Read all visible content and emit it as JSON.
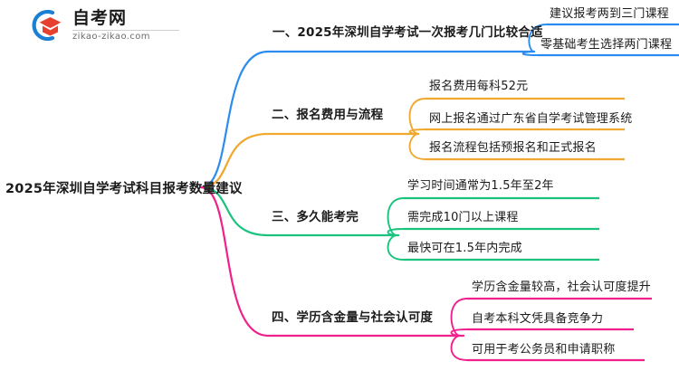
{
  "logo": {
    "title": "自考网",
    "domain": "zikao-zikao.com",
    "mark_icon": "graduation-cap-logo-icon",
    "colors": {
      "arc": "#1b7fd4",
      "cap": "#e8402f"
    }
  },
  "mindmap": {
    "root": {
      "label": "2025年深圳自学考试科目报考数量建议"
    },
    "branches": [
      {
        "index": 1,
        "label": "一、2025年深圳自学考试一次报考几门比较合适",
        "color": "#2b8cf0",
        "children": [
          {
            "label": "建议报考两到三门课程"
          },
          {
            "label": "零基础考生选择两门课程"
          }
        ]
      },
      {
        "index": 2,
        "label": "二、报名费用与流程",
        "color": "#f0a82e",
        "children": [
          {
            "label": "报名费用每科52元"
          },
          {
            "label": "网上报名通过广东省自学考试管理系统"
          },
          {
            "label": "报名流程包括预报名和正式报名"
          }
        ]
      },
      {
        "index": 3,
        "label": "三、多久能考完",
        "color": "#19c37d",
        "children": [
          {
            "label": "学习时间通常为1.5年至2年"
          },
          {
            "label": "需完成10门以上课程"
          },
          {
            "label": "最快可在1.5年内完成"
          }
        ]
      },
      {
        "index": 4,
        "label": "四、学历含金量与社会认可度",
        "color": "#f0218c",
        "children": [
          {
            "label": "学历含金量较高，社会认可度提升"
          },
          {
            "label": "自考本科文凭具备竞争力"
          },
          {
            "label": "可用于考公务员和申请职称"
          }
        ]
      }
    ]
  }
}
